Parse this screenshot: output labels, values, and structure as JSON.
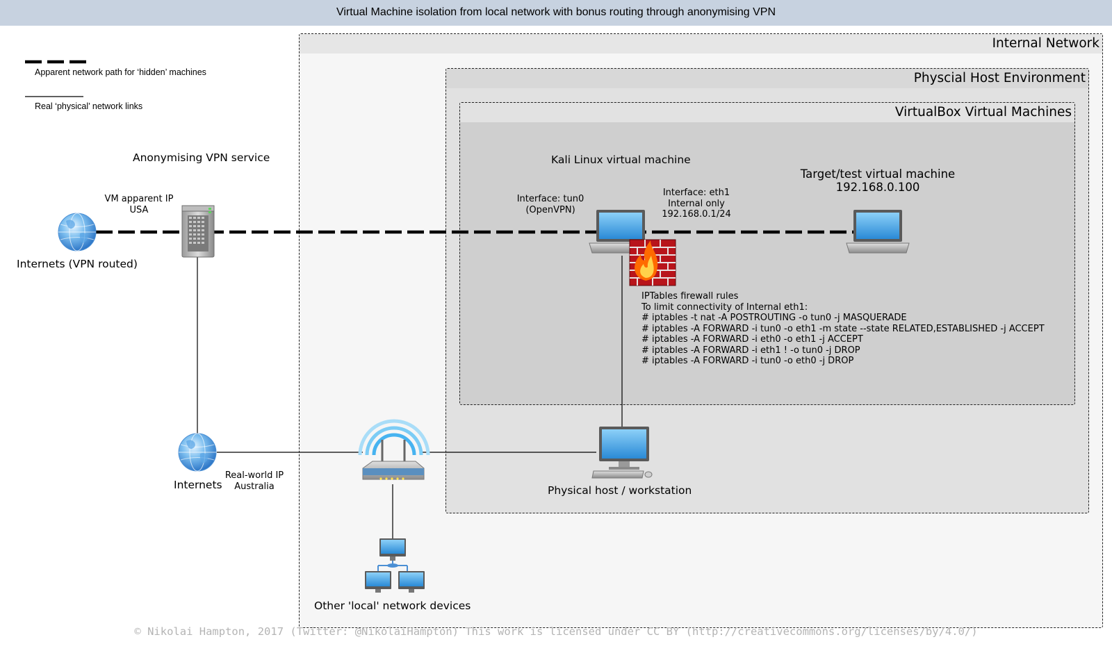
{
  "title": "Virtual Machine isolation from local network with bonus routing through anonymising VPN",
  "zones": {
    "internal_network": "Internal Network",
    "physical_host_env": "Physcial Host Environment",
    "virtualbox": "VirtualBox Virtual Machines"
  },
  "legend": {
    "dashed": "Apparent network path for ‘hidden’ machines",
    "solid": "Real ‘physical’ network links"
  },
  "vpn": {
    "label": "Anonymising VPN service",
    "apparent_ip_line1": "VM apparent IP",
    "apparent_ip_line2": "USA"
  },
  "internets_vpn": "Internets (VPN routed)",
  "internets": "Internets",
  "realworld_ip_line1": "Real-world IP",
  "realworld_ip_line2": "Australia",
  "kali": {
    "label": "Kali Linux virtual machine",
    "tun0_line1": "Interface: tun0",
    "tun0_line2": "(OpenVPN)",
    "eth1_line1": "Interface: eth1",
    "eth1_line2": "Internal only",
    "eth1_line3": "192.168.0.1/24"
  },
  "target": {
    "label": "Target/test virtual machine",
    "ip": "192.168.0.100"
  },
  "firewall": {
    "rules": [
      "IPTables firewall rules",
      "To limit connectivity of Internal eth1:",
      "# iptables -t nat -A POSTROUTING -o tun0 -j MASQUERADE",
      "# iptables -A FORWARD -i tun0 -o eth1 -m state --state RELATED,ESTABLISHED -j ACCEPT",
      "# iptables -A FORWARD -i eth0 -o eth1 -j ACCEPT",
      "# iptables -A FORWARD -i eth1 ! -o tun0 -j DROP",
      "# iptables -A FORWARD -i tun0 -o eth0 -j DROP"
    ]
  },
  "physical_host": "Physical host / workstation",
  "local_devices": "Other 'local' network devices",
  "copyright": "© Nikolai Hampton, 2017 (Twitter: @NikolaiHampton) This work is licensed under CC BY (http://creativecommons.org/licenses/by/4.0/)",
  "icons": {
    "globe": "globe-icon",
    "server": "server-icon",
    "laptop": "laptop-icon",
    "firewall": "firewall-icon",
    "router": "wifi-router-icon",
    "desktop": "desktop-computer-icon",
    "network": "network-devices-icon"
  }
}
